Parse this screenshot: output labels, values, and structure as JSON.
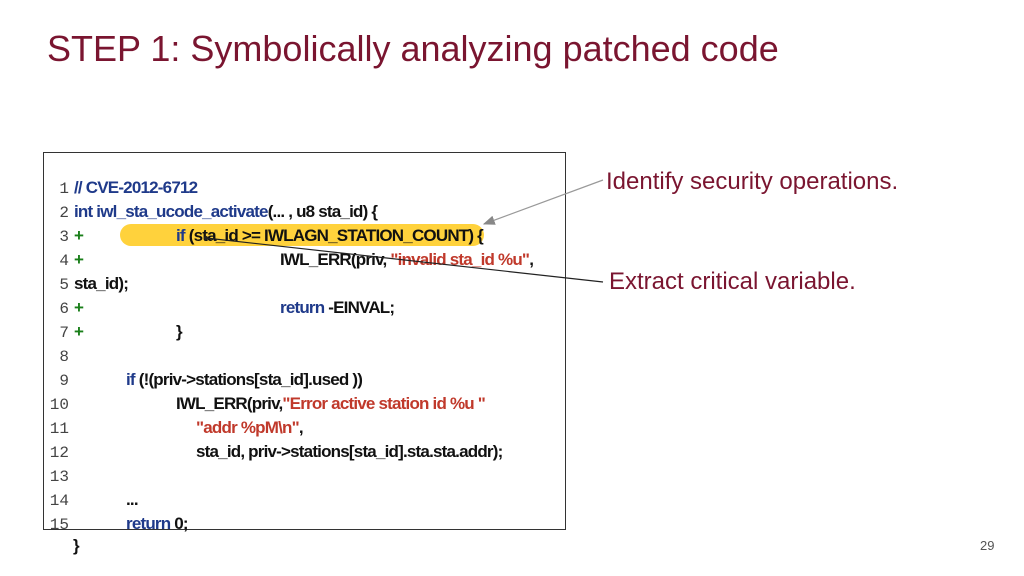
{
  "slide": {
    "title": "STEP 1: Symbolically analyzing patched code",
    "page_number": "29"
  },
  "annotations": {
    "identify": "Identify security operations.",
    "extract": "Extract critical variable."
  },
  "code": {
    "line_numbers": [
      "1",
      "2",
      "3",
      "4",
      "5",
      "6",
      "7",
      "8",
      "9",
      "10",
      "11",
      "12",
      "13",
      "14",
      "15"
    ],
    "l1": "// CVE-2012-6712",
    "l2_kw": "int",
    "l2_fn": " iwl_sta_ucode_activate",
    "l2_rest": "(... , u8 sta_id) {",
    "plus": "+",
    "l3_if": "if",
    "l3_rest": " (sta_id >= IWLAGN_STATION_COUNT) {",
    "l4_fn": "IWL_ERR(priv, ",
    "l4_str": "\"invalid sta_id %u\"",
    "l4_end": ",",
    "l5": "sta_id);",
    "l6_kw": "return",
    "l6_rest": " -EINVAL;",
    "l7": "}",
    "l9_if": "if",
    "l9_rest": " (!(priv->stations[sta_id].used ))",
    "l10_fn": "IWL_ERR(priv,",
    "l10_str": "\"Error active station id %u \"",
    "l11_str": "\"addr %pM\\n\"",
    "l11_end": ",",
    "l12": "sta_id, priv->stations[sta_id].sta.sta.addr);",
    "l14": "...",
    "l15_kw": "return",
    "l15_rest": " 0;",
    "close": "}"
  },
  "colors": {
    "title": "#7a1530",
    "highlight": "#ffd23c",
    "keyword": "#1f3a8a",
    "string": "#c0392b",
    "added": "#1a7f1a"
  }
}
